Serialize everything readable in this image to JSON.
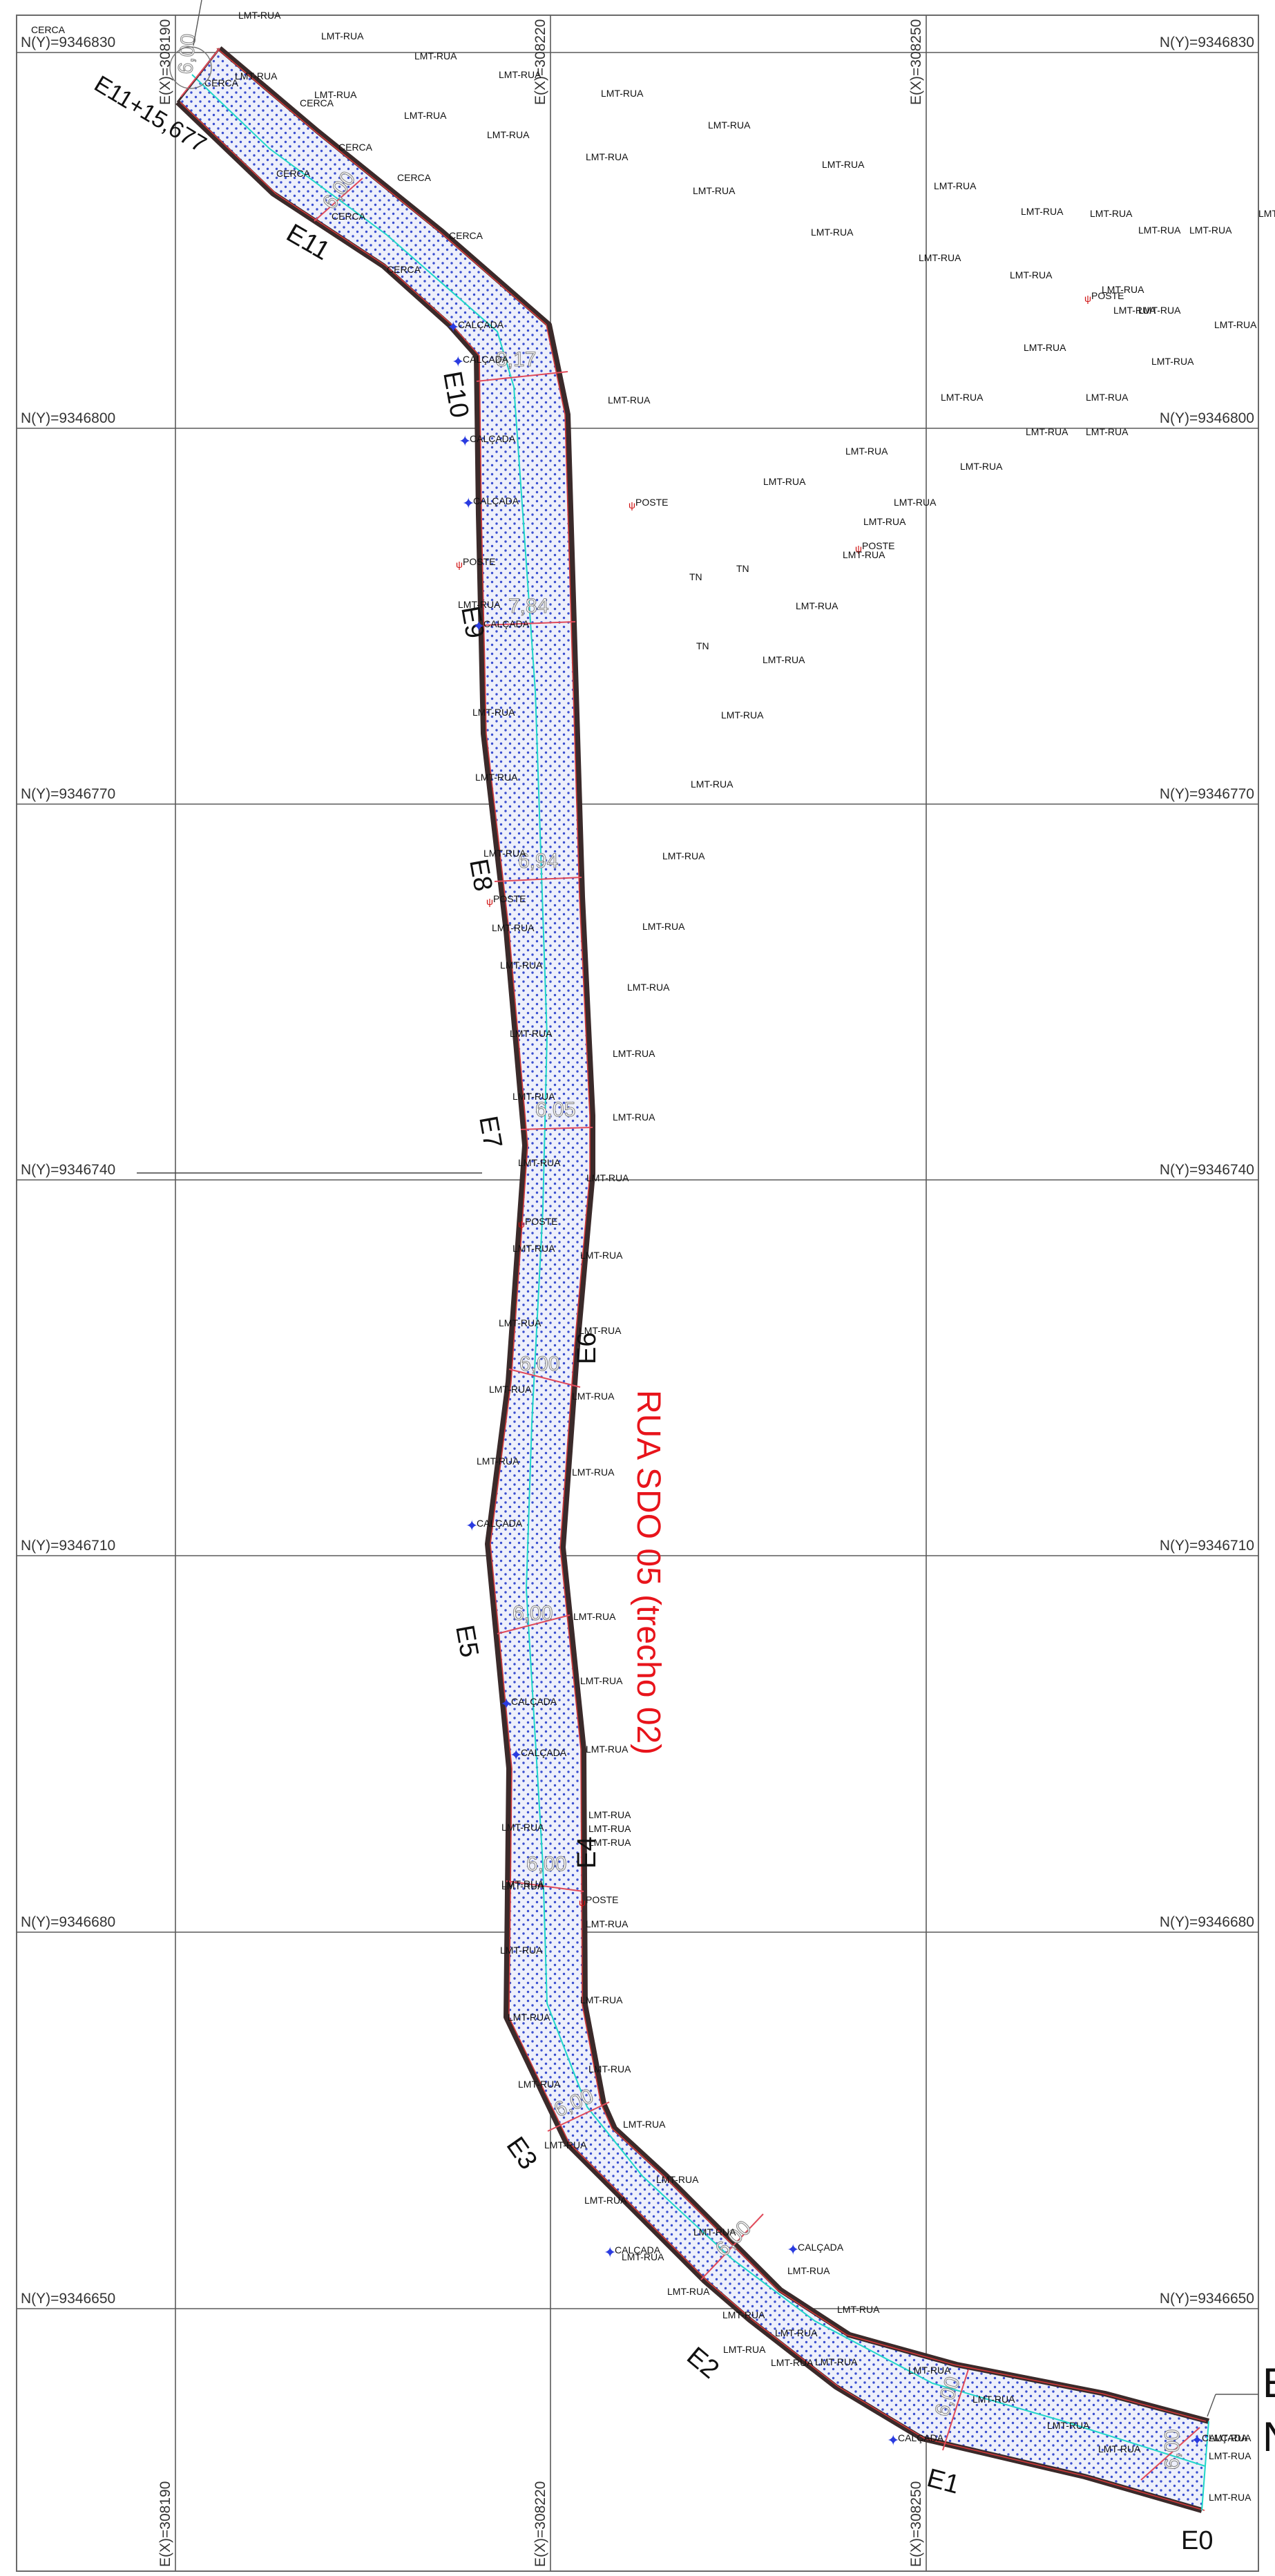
{
  "grid": {
    "northings": [
      {
        "id": "n830",
        "label": "N(Y)=9346830"
      },
      {
        "id": "n800",
        "label": "N(Y)=9346800"
      },
      {
        "id": "n770",
        "label": "N(Y)=9346770"
      },
      {
        "id": "n740",
        "label": "N(Y)=9346740"
      },
      {
        "id": "n710",
        "label": "N(Y)=9346710"
      },
      {
        "id": "n680",
        "label": "N(Y)=9346680"
      },
      {
        "id": "n650",
        "label": "N(Y)=9346650"
      }
    ],
    "eastings": [
      {
        "id": "e190",
        "label": "E(X)=308190"
      },
      {
        "id": "e220",
        "label": "E(X)=308220"
      },
      {
        "id": "e250",
        "label": "E(X)=308250"
      }
    ]
  },
  "street": {
    "name": "RUA SDO 05 (trecho 02)",
    "name_color": "#e8141b",
    "curb_color": "#3a2a2a",
    "edge_color": "#d23a3a",
    "fill_color": "#eef0fb",
    "dot_color": "#3a4fd0",
    "axis_color": "#1fd6c9",
    "width_line_color": "#e04a5a",
    "station_end_label": "E11+15,677",
    "stations": [
      {
        "id": "E0",
        "label": "E0"
      },
      {
        "id": "E1",
        "label": "E1"
      },
      {
        "id": "E2",
        "label": "E2"
      },
      {
        "id": "E3",
        "label": "E3"
      },
      {
        "id": "E4",
        "label": "E4"
      },
      {
        "id": "E5",
        "label": "E5"
      },
      {
        "id": "E6",
        "label": "E6"
      },
      {
        "id": "E7",
        "label": "E7"
      },
      {
        "id": "E8",
        "label": "E8"
      },
      {
        "id": "E9",
        "label": "E9"
      },
      {
        "id": "E10",
        "label": "E10"
      },
      {
        "id": "E11",
        "label": "E11"
      }
    ],
    "widths": [
      {
        "id": "w1",
        "label": "6,00"
      },
      {
        "id": "w2",
        "label": "6,00"
      },
      {
        "id": "w3",
        "label": "6,00"
      },
      {
        "id": "w4",
        "label": "6,00"
      },
      {
        "id": "w5",
        "label": "6,00"
      },
      {
        "id": "w6",
        "label": "6,00"
      },
      {
        "id": "w7",
        "label": "6,00"
      },
      {
        "id": "w8",
        "label": "6,05"
      },
      {
        "id": "w9",
        "label": "6,94"
      },
      {
        "id": "w10",
        "label": "7,84"
      },
      {
        "id": "w11",
        "label": "8,17"
      },
      {
        "id": "w12",
        "label": "6,00"
      },
      {
        "id": "w13",
        "label": "6,00"
      }
    ]
  },
  "survey_labels": {
    "lmt_rua": "LMT-RUA",
    "calcada": "CALÇADA",
    "poste": "POSTE",
    "cerca": "CERCA",
    "tn": "TN",
    "color_black": "#111111",
    "color_blue_marker": "#2a3be0",
    "color_red_marker": "#d01010"
  },
  "right_edge_fragment": {
    "top": "E",
    "bottom": "N"
  }
}
